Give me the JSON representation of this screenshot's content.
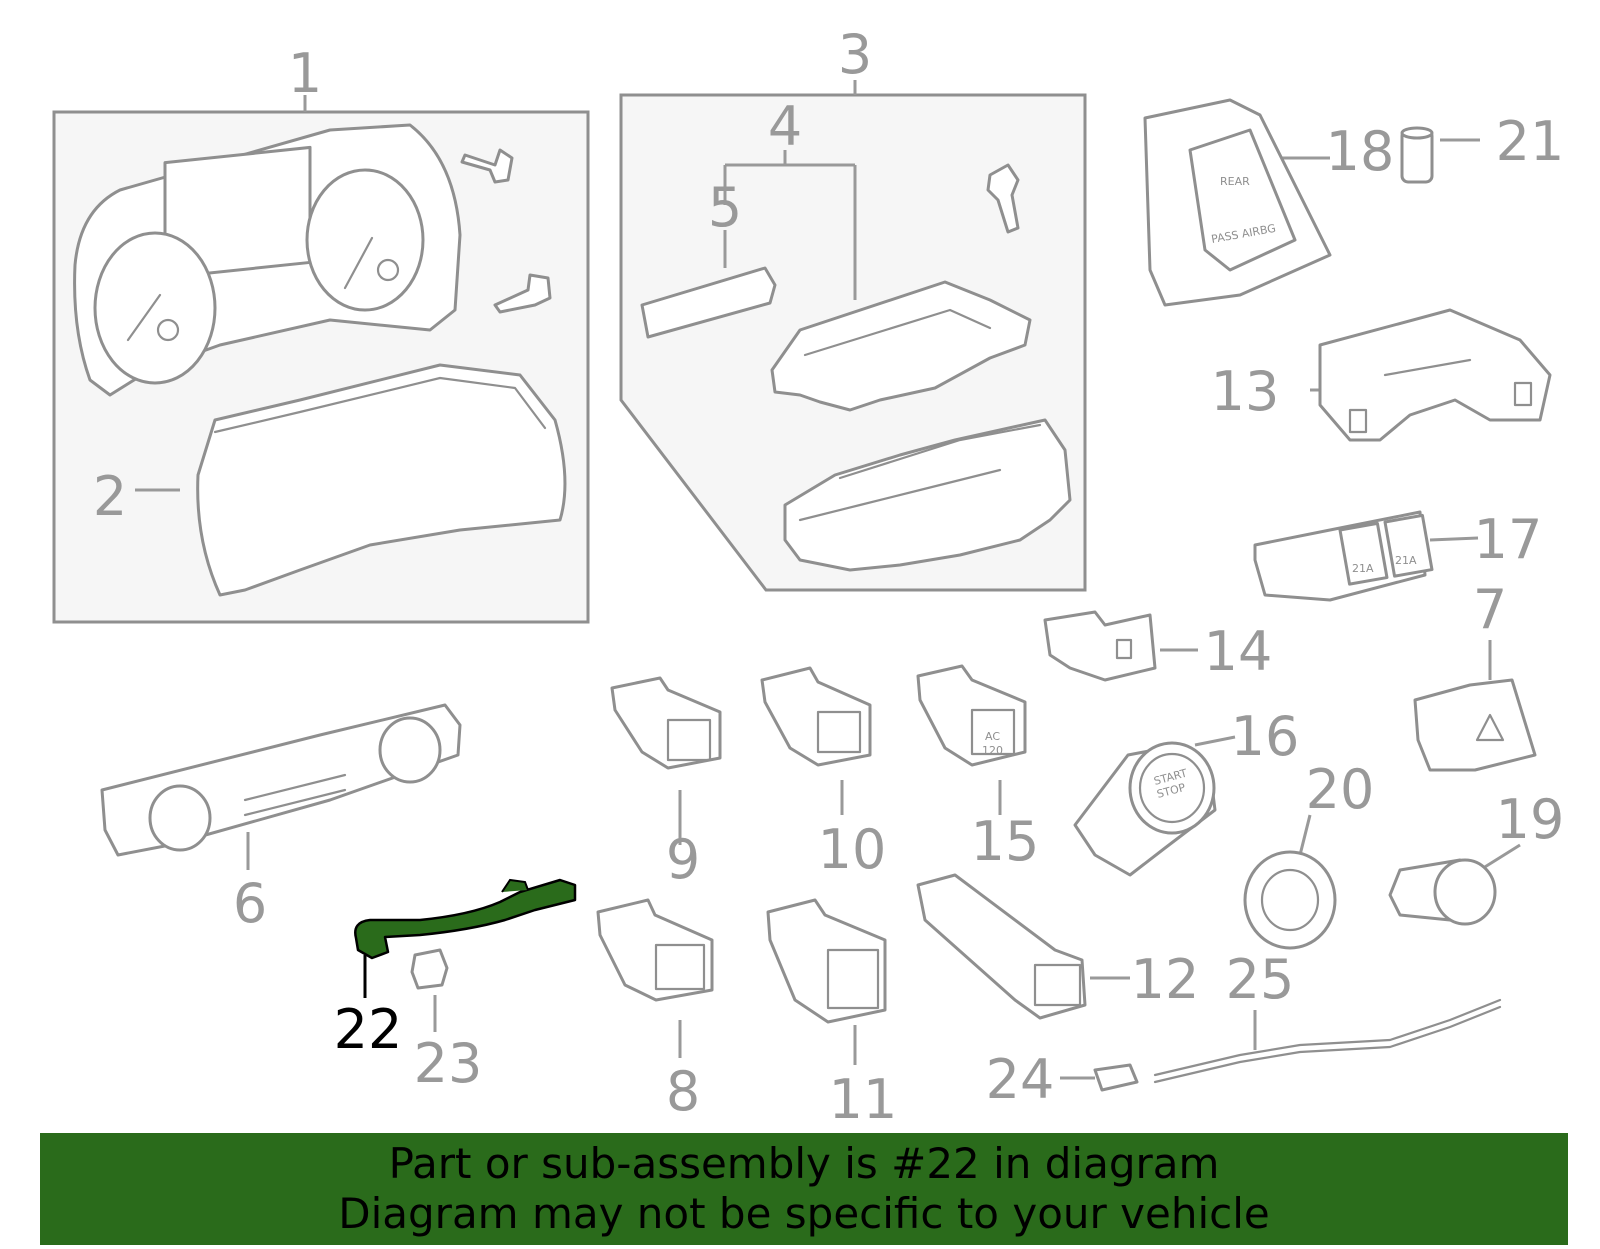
{
  "diagram": {
    "highlight_part": "22",
    "callouts": [
      "1",
      "2",
      "3",
      "4",
      "5",
      "6",
      "7",
      "8",
      "9",
      "10",
      "11",
      "12",
      "13",
      "14",
      "15",
      "16",
      "17",
      "18",
      "19",
      "20",
      "21",
      "22",
      "23",
      "24",
      "25"
    ],
    "button_text": {
      "rear": "REAR",
      "pass_airbag": "PASS AIRBG",
      "usb_a": "21A",
      "usb_b": "21A",
      "ac": "AC",
      "ac_volt": "120",
      "start": "START",
      "stop": "STOP"
    }
  },
  "colors": {
    "highlight": "#2a6b1b",
    "parts": "#8f8f8f",
    "labels": "#999999"
  },
  "banner": {
    "line1": "Part or sub-assembly is #22 in diagram",
    "line2": "Diagram may not be specific to your vehicle"
  }
}
